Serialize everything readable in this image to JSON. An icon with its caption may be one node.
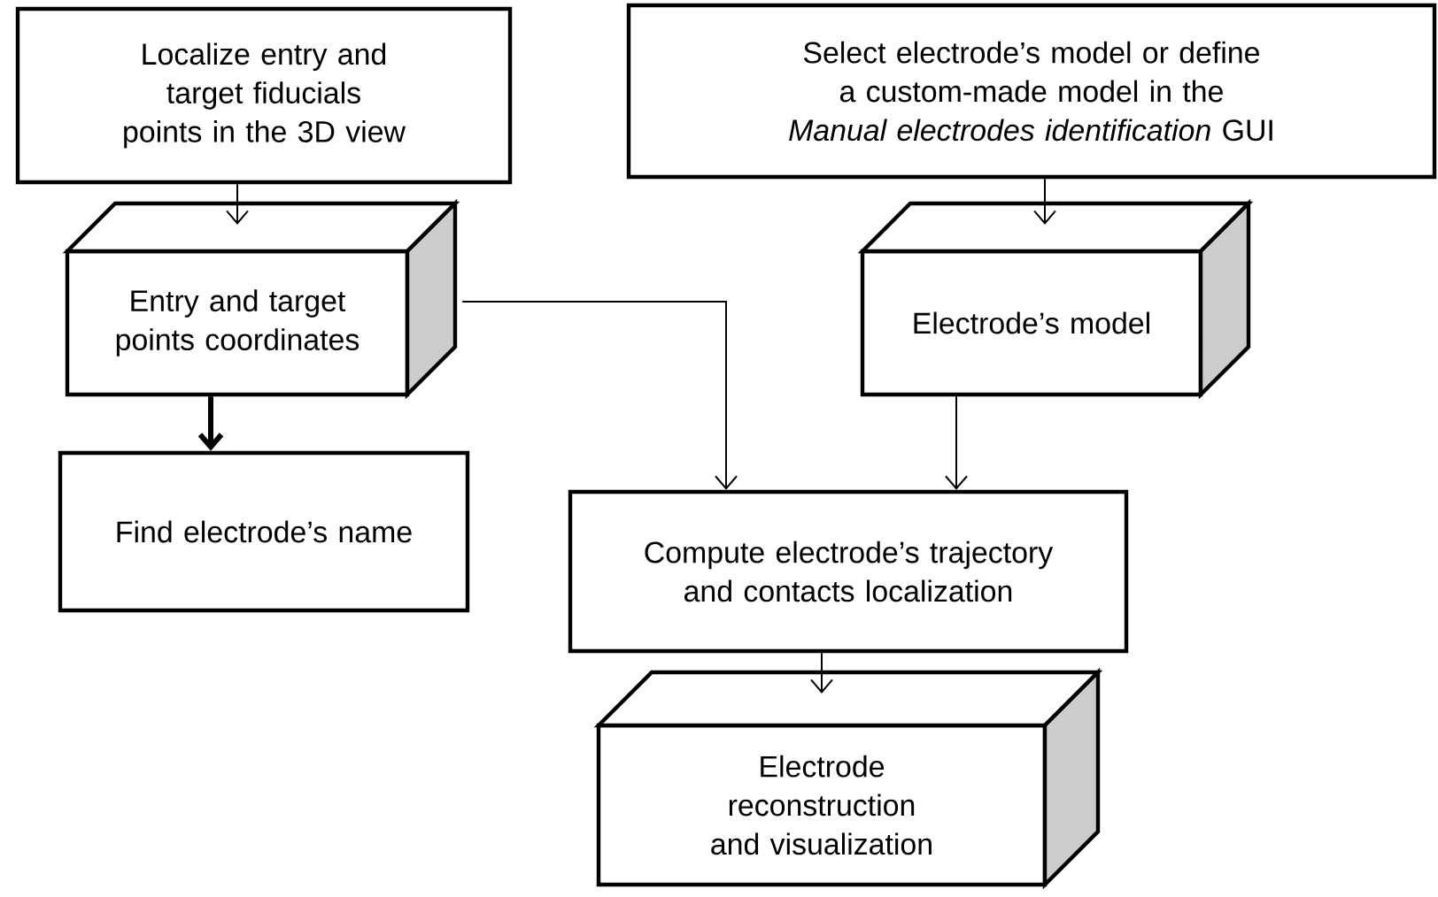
{
  "diagram": {
    "nodes": [
      {
        "text": [
          "Localize entry and target fiducials points in the 3D view"
        ]
      },
      {
        "text": [
          "Entry and target points coordinates"
        ]
      },
      {
        "text": [
          "Find electrode’s name"
        ]
      },
      {
        "text": [
          "Select electrode’s model or define a custom-made model in the *Manual electrodes identification* GUI"
        ]
      },
      {
        "text": [
          "Electrode’s model"
        ]
      },
      {
        "text": [
          "Compute electrode’s trajectory and contacts localization"
        ]
      },
      {
        "text": [
          "Electrode reconstruction and visualization"
        ]
      }
    ],
    "edges": [
      {
        "from": 0,
        "to": 1,
        "arrow": "to"
      },
      {
        "from": 1,
        "to": 2,
        "arrow": "to",
        "style": "thick"
      },
      {
        "from": 3,
        "to": 4,
        "arrow": "to"
      },
      {
        "from": 1,
        "to": 5,
        "arrow": "to"
      },
      {
        "from": 4,
        "to": 5,
        "arrow": "to"
      },
      {
        "from": 5,
        "to": 6,
        "arrow": "to"
      }
    ]
  }
}
